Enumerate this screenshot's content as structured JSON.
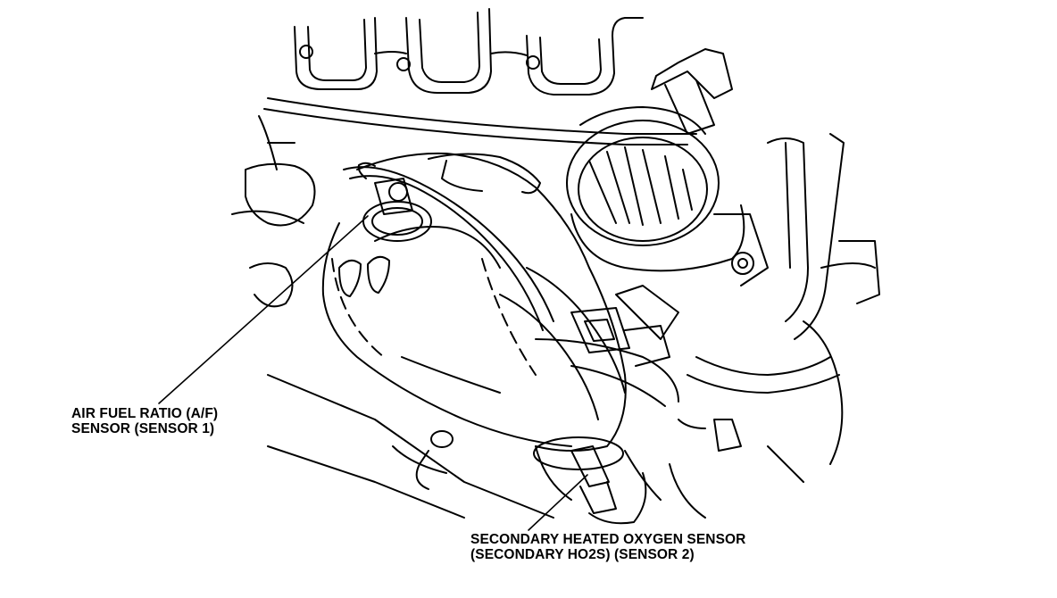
{
  "callouts": {
    "af_sensor": {
      "line1": "AIR FUEL RATIO (A/F)",
      "line2": "SENSOR (SENSOR 1)"
    },
    "ho2s_sensor": {
      "line1": "SECONDARY HEATED OXYGEN SENSOR",
      "line2": "(SECONDARY HO2S) (SENSOR 2)"
    }
  },
  "colors": {
    "ink": "#000000",
    "paper": "#ffffff"
  }
}
